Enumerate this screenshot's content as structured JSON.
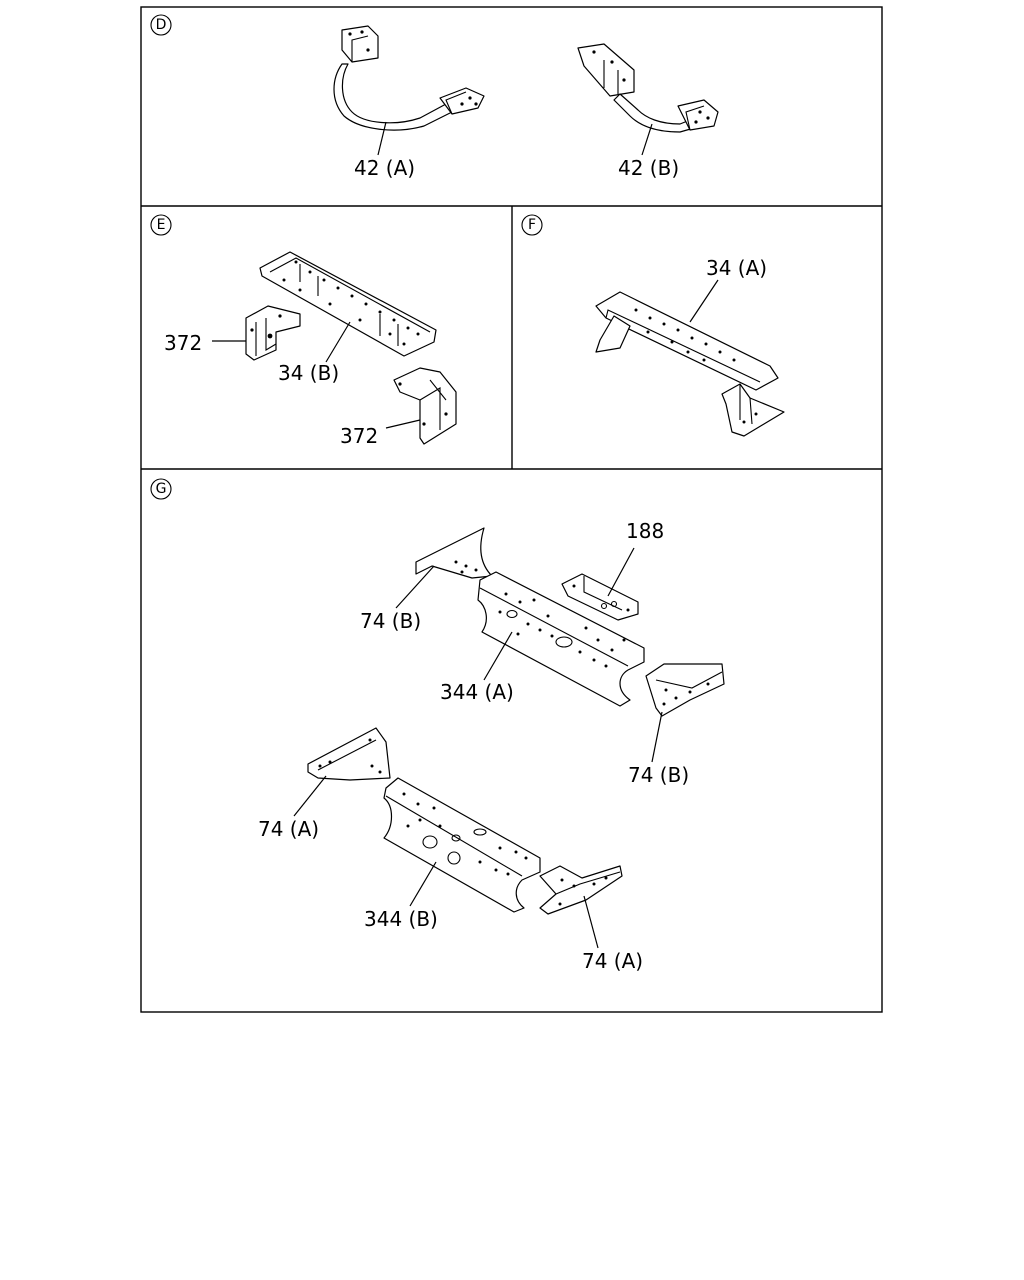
{
  "sections": [
    {
      "id": "D",
      "marker": "D",
      "labels": [
        "42 (A)",
        "42 (B)"
      ]
    },
    {
      "id": "E",
      "marker": "E",
      "labels": [
        "372",
        "34 (B)",
        "372"
      ]
    },
    {
      "id": "F",
      "marker": "F",
      "labels": [
        "34 (A)"
      ]
    },
    {
      "id": "G",
      "marker": "G",
      "labels": [
        "188",
        "74 (B)",
        "344 (A)",
        "74 (B)",
        "74 (A)",
        "344 (B)",
        "74 (A)"
      ]
    }
  ]
}
